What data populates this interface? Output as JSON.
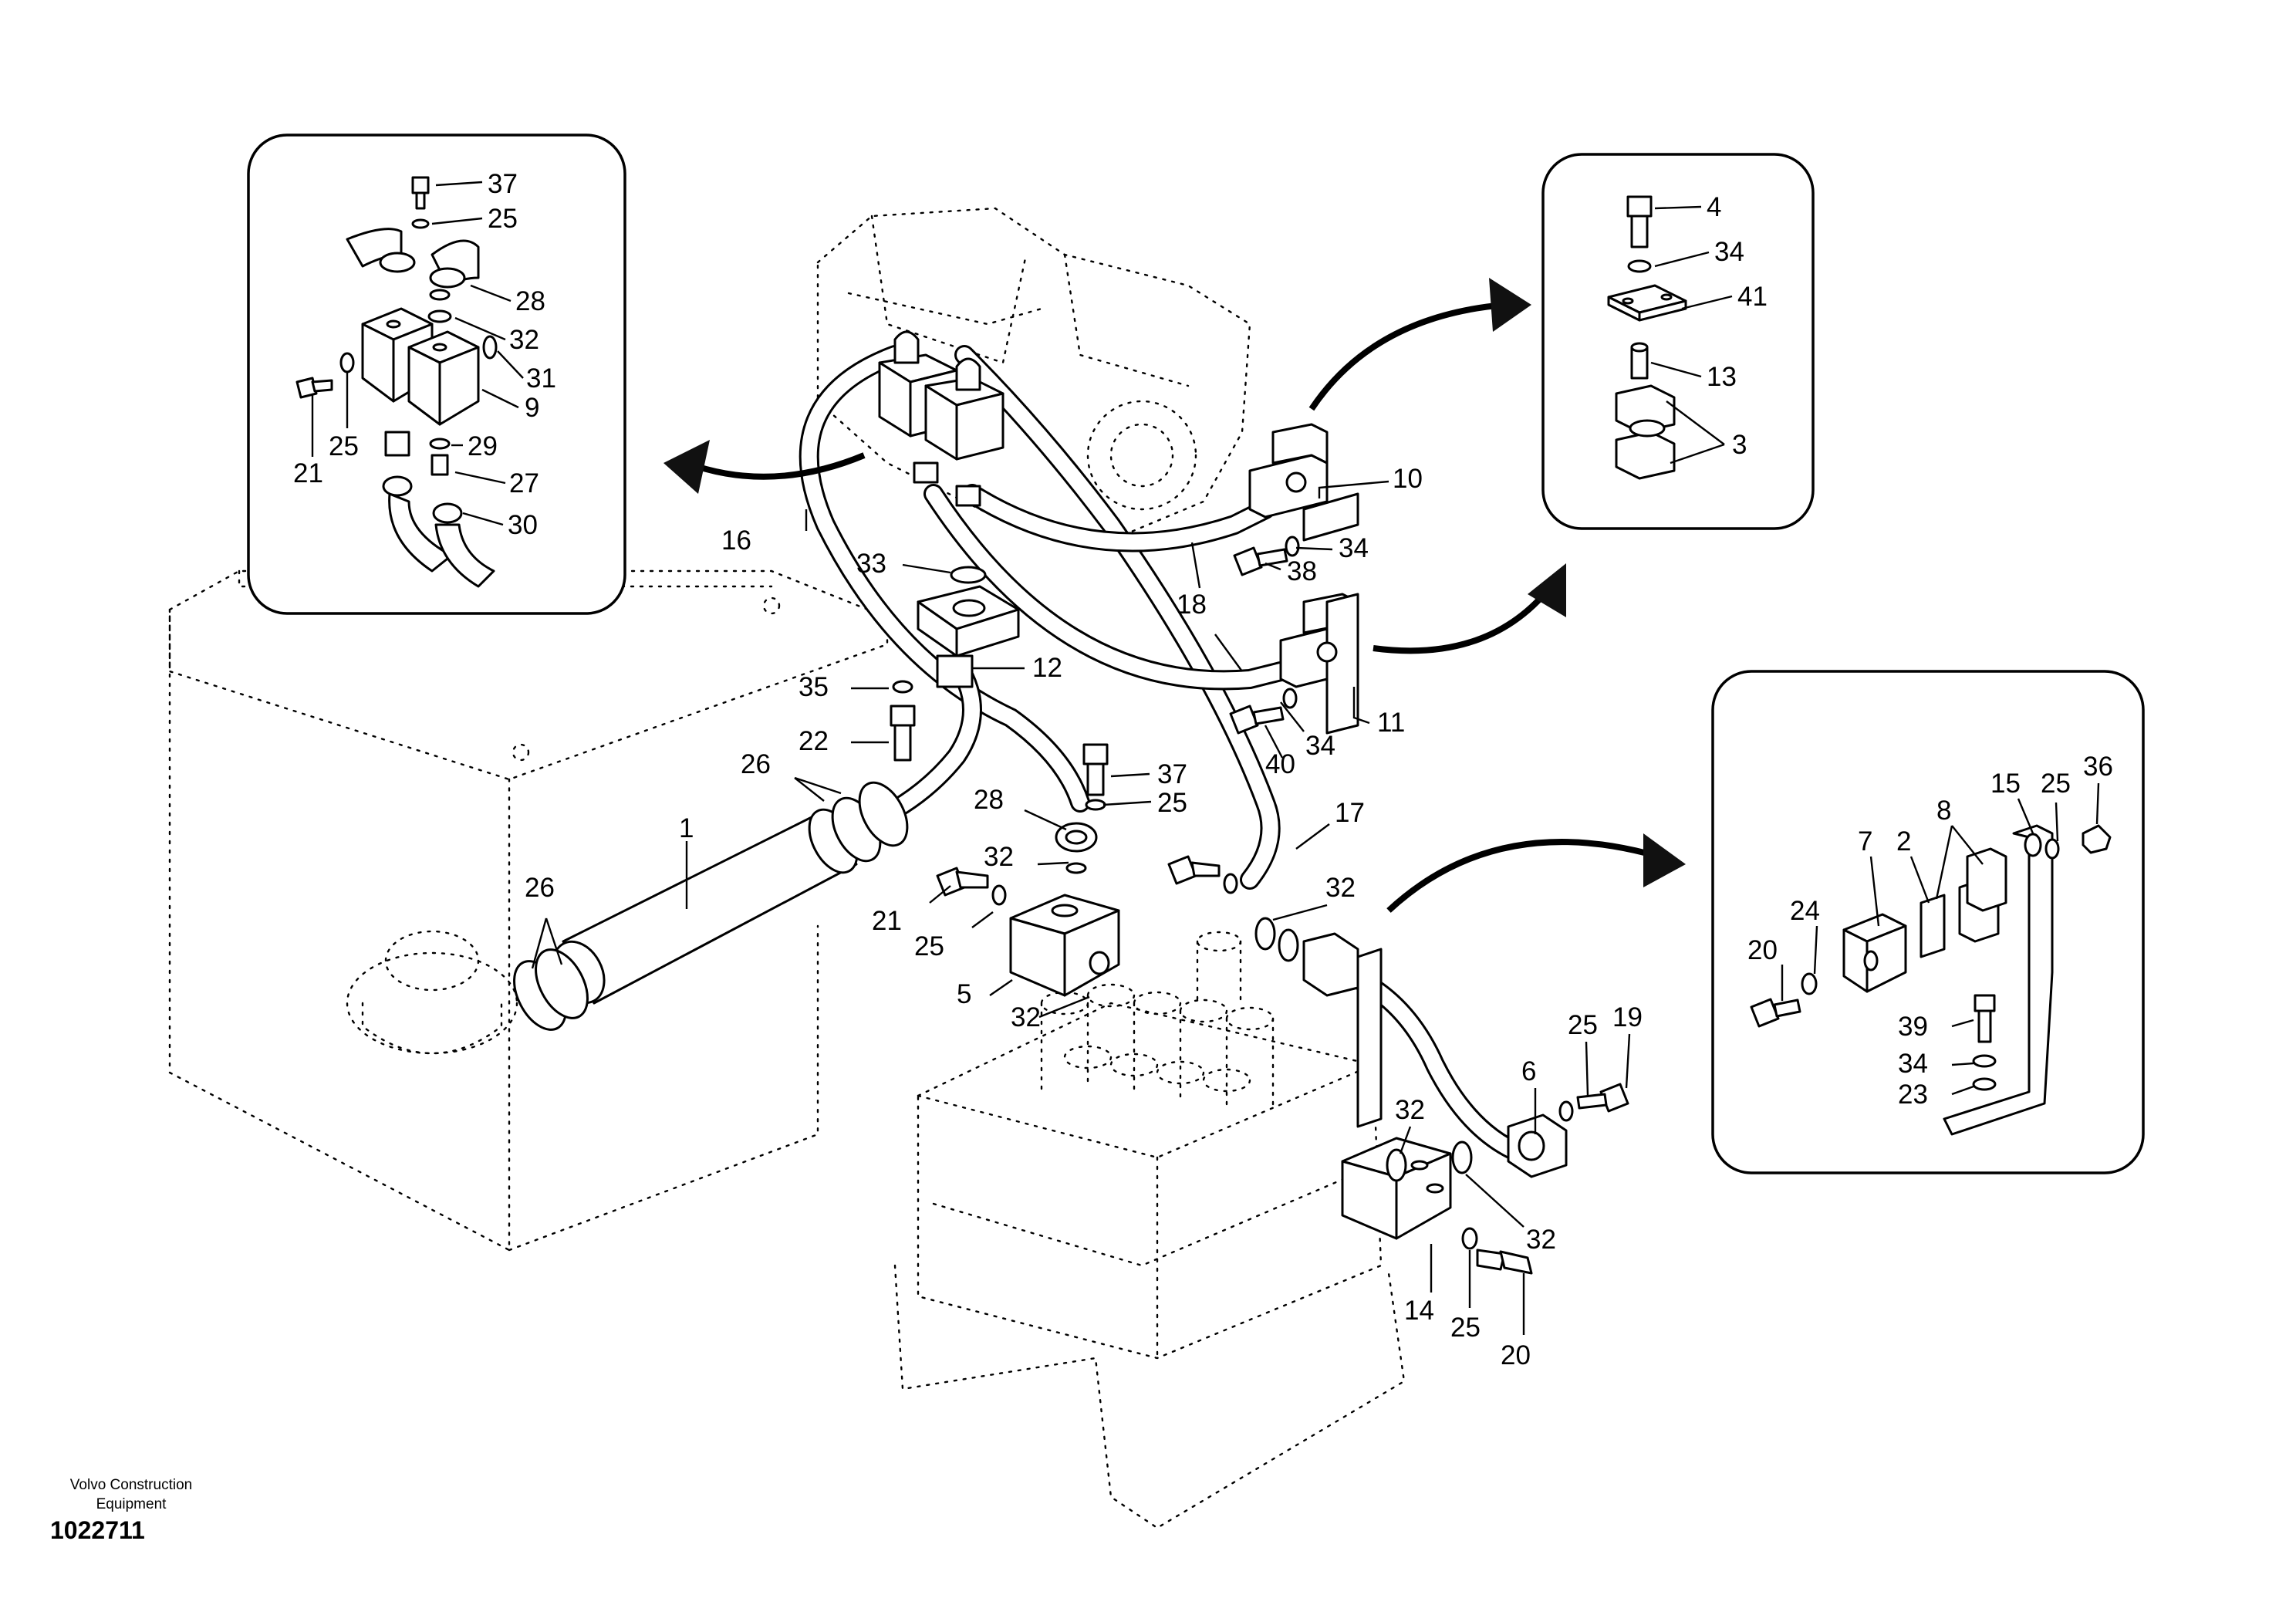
{
  "footer": {
    "brand_line1": "Volvo Construction",
    "brand_line2": "Equipment",
    "doc_number": "1022711"
  },
  "callouts": {
    "p37_l": "37",
    "p25_l1": "25",
    "p28_l": "28",
    "p32_l": "32",
    "p31_l": "31",
    "p9": "9",
    "p25_l2": "25",
    "p21_l": "21",
    "p29": "29",
    "p27": "27",
    "p30": "30",
    "p4": "4",
    "p34_r": "34",
    "p41": "41",
    "p13": "13",
    "p3": "3",
    "p10": "10",
    "p34_a": "34",
    "p38": "38",
    "p16": "16",
    "p33": "33",
    "p18": "18",
    "p12": "12",
    "p11": "11",
    "p35": "35",
    "p22": "22",
    "p34_b": "34",
    "p40": "40",
    "p37_c": "37",
    "p26_a": "26",
    "p25_c": "25",
    "p28_c": "28",
    "p1": "1",
    "p17": "17",
    "p32_a": "32",
    "p21_c": "21",
    "p32_b": "32",
    "p25_d": "25",
    "p26_b": "26",
    "p5": "5",
    "p32_c": "32",
    "p6": "6",
    "p25_e": "25",
    "p19": "19",
    "p32_d": "32",
    "p32_e": "32",
    "p14": "14",
    "p25_f": "25",
    "p20_c": "20",
    "p15": "15",
    "p25_g": "25",
    "p36": "36",
    "p7": "7",
    "p2": "2",
    "p8": "8",
    "p24": "24",
    "p20_r": "20",
    "p39": "39",
    "p34_c": "34",
    "p23": "23"
  }
}
